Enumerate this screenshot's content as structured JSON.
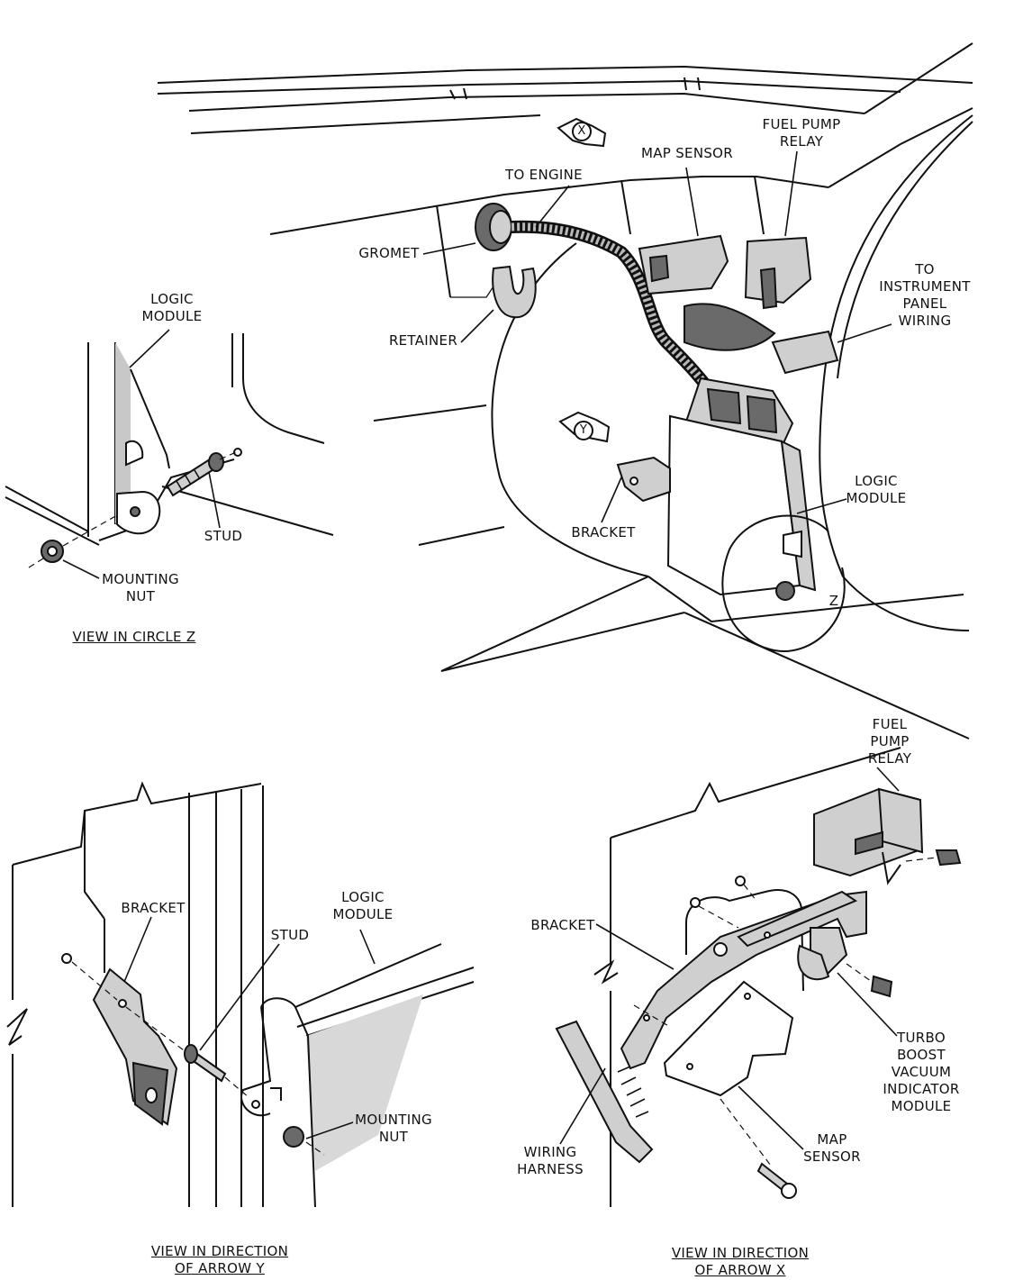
{
  "main_view": {
    "labels": {
      "fuel_pump_relay": "FUEL PUMP\nRELAY",
      "map_sensor": "MAP SENSOR",
      "to_engine": "TO ENGINE",
      "gromet": "GROMET",
      "retainer": "RETAINER",
      "to_instrument_panel_wiring": "TO\nINSTRUMENT\nPANEL\nWIRING",
      "logic_module": "LOGIC\nMODULE",
      "bracket": "BRACKET",
      "circle_z": "Z",
      "arrow_x": "X",
      "arrow_y": "Y"
    }
  },
  "view_circle_z": {
    "caption": "VIEW IN CIRCLE Z",
    "labels": {
      "logic_module": "LOGIC\nMODULE",
      "stud": "STUD",
      "mounting_nut": "MOUNTING\nNUT"
    }
  },
  "view_arrow_y": {
    "caption": "VIEW IN DIRECTION\nOF ARROW Y",
    "labels": {
      "bracket": "BRACKET",
      "stud": "STUD",
      "logic_module": "LOGIC\nMODULE",
      "mounting_nut": "MOUNTING\nNUT"
    }
  },
  "view_arrow_x": {
    "caption": "VIEW IN DIRECTION\nOF ARROW X",
    "labels": {
      "fuel_pump_relay": "FUEL\nPUMP\nRELAY",
      "bracket": "BRACKET",
      "turbo_boost_module": "TURBO\nBOOST\nVACUUM\nINDICATOR\nMODULE",
      "wiring_harness": "WIRING\nHARNESS",
      "map_sensor": "MAP\nSENSOR"
    }
  }
}
